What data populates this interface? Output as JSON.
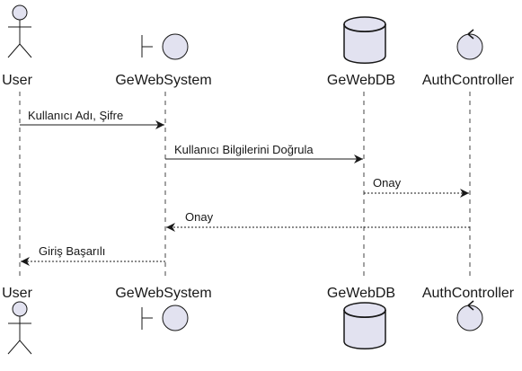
{
  "colors": {
    "participant_fill": "#E2E2F0",
    "line": "#181818",
    "lifeline": "#181818",
    "background": "#FFFFFF"
  },
  "participants": [
    {
      "id": "user",
      "label": "User",
      "shape": "actor-icon"
    },
    {
      "id": "gewebsystem",
      "label": "GeWebSystem",
      "shape": "boundary-icon"
    },
    {
      "id": "gewebdb",
      "label": "GeWebDB",
      "shape": "database-icon"
    },
    {
      "id": "authcontroller",
      "label": "AuthController",
      "shape": "control-icon"
    }
  ],
  "messages": [
    {
      "from": "user",
      "to": "gewebsystem",
      "label": "Kullanıcı Adı, Şifre",
      "style": "solid"
    },
    {
      "from": "gewebsystem",
      "to": "gewebdb",
      "label": "Kullanıcı Bilgilerini Doğrula",
      "style": "solid"
    },
    {
      "from": "gewebdb",
      "to": "authcontroller",
      "label": "Onay",
      "style": "dashed"
    },
    {
      "from": "authcontroller",
      "to": "gewebsystem",
      "label": "Onay",
      "style": "dashed"
    },
    {
      "from": "gewebsystem",
      "to": "user",
      "label": "Giriş Başarılı",
      "style": "dashed"
    }
  ]
}
